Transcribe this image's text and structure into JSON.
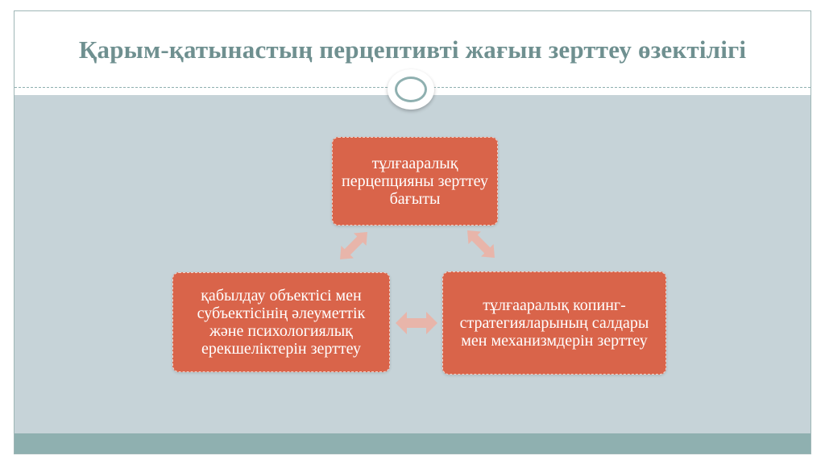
{
  "slide": {
    "title": "Қарым-қатынастың перцептивті жағын зерттеу өзектілігі"
  },
  "diagram": {
    "nodes": [
      {
        "id": "top",
        "label": "тұлғааралық перцепцияны зерттеу бағыты"
      },
      {
        "id": "right",
        "label": "тұлғааралық копинг-стратегияларының салдары мен механизмдерін зерттеу"
      },
      {
        "id": "left",
        "label": "қабылдау объектісі мен субъектісінің әлеуметтік және психологиялық ерекшеліктерін зерттеу"
      }
    ],
    "connectors": [
      {
        "from": "top",
        "to": "left",
        "type": "double-arrow"
      },
      {
        "from": "top",
        "to": "right",
        "type": "double-arrow"
      },
      {
        "from": "left",
        "to": "right",
        "type": "double-arrow"
      }
    ]
  },
  "colors": {
    "title": "#6f9090",
    "panel": "#c6d3d8",
    "band": "#8fb0b0",
    "node_fill": "#d9644a",
    "node_text": "#ffffff",
    "arrow": "#e8b5aa"
  }
}
